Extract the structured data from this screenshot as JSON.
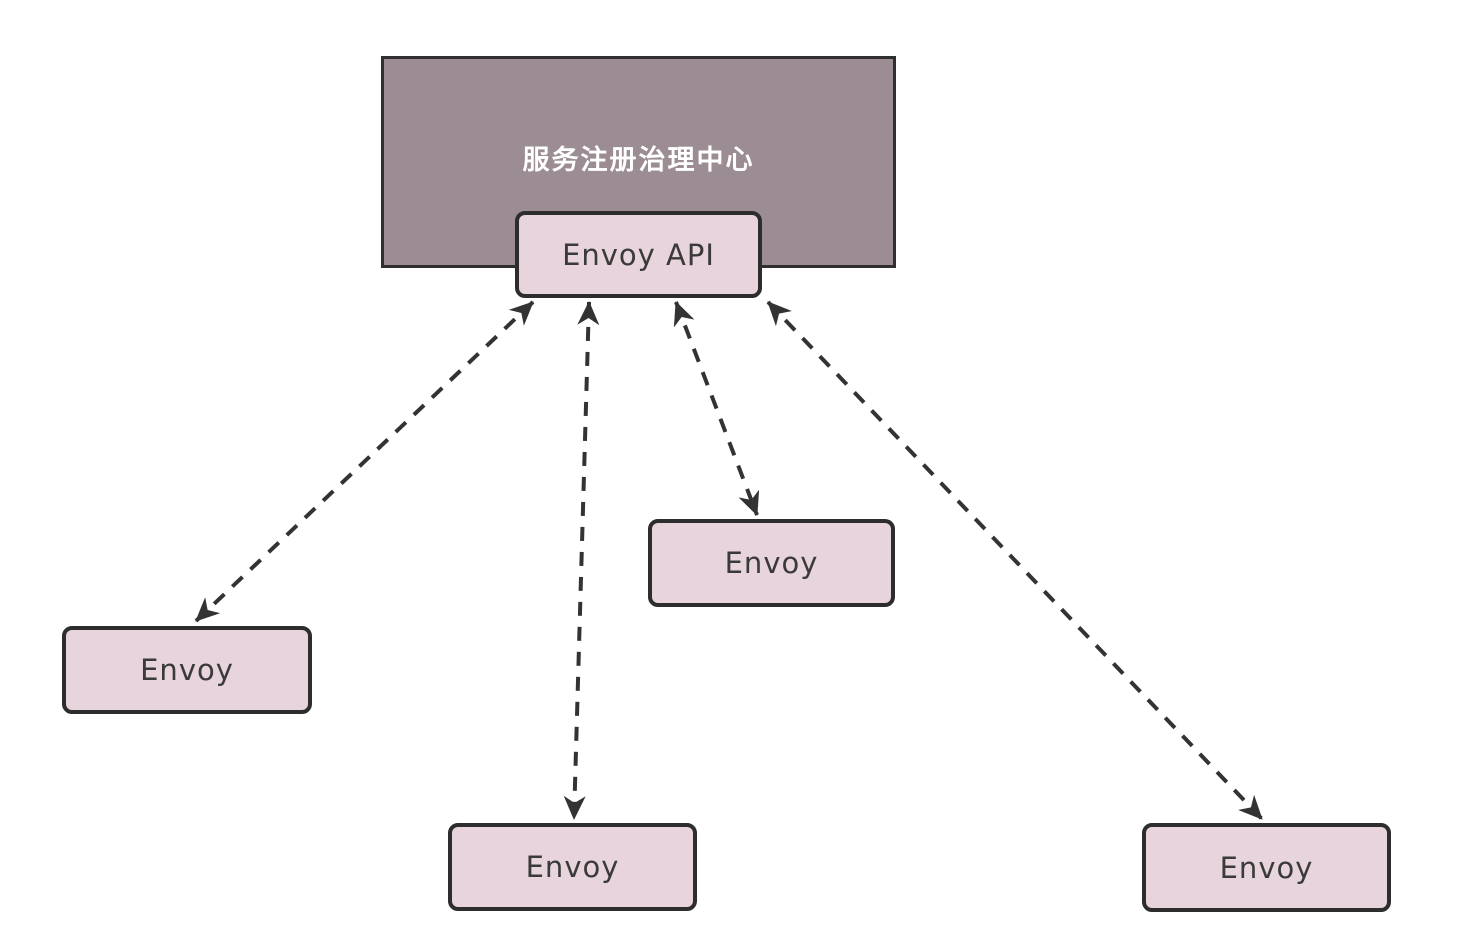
{
  "diagram": {
    "registry_box": {
      "label": "服务注册治理中心"
    },
    "api_box": {
      "label": "Envoy API"
    },
    "envoy_nodes": [
      {
        "id": "envoy-1",
        "label": "Envoy"
      },
      {
        "id": "envoy-2",
        "label": "Envoy"
      },
      {
        "id": "envoy-3",
        "label": "Envoy"
      },
      {
        "id": "envoy-4",
        "label": "Envoy"
      }
    ],
    "edges": [
      {
        "from": "envoy-api",
        "to": "envoy-1",
        "line": "dashed",
        "direction": "bidirectional"
      },
      {
        "from": "envoy-api",
        "to": "envoy-2",
        "line": "dashed",
        "direction": "bidirectional"
      },
      {
        "from": "envoy-api",
        "to": "envoy-3",
        "line": "dashed",
        "direction": "bidirectional"
      },
      {
        "from": "envoy-api",
        "to": "envoy-4",
        "line": "dashed",
        "direction": "bidirectional"
      }
    ],
    "colors": {
      "registry_fill": "#9b8d93",
      "node_fill": "#e8d4dc",
      "border": "#2d2d2d",
      "arrow": "#333333",
      "registry_text": "#ffffff",
      "node_text": "#3a3a3a",
      "background": "#ffffff"
    }
  }
}
